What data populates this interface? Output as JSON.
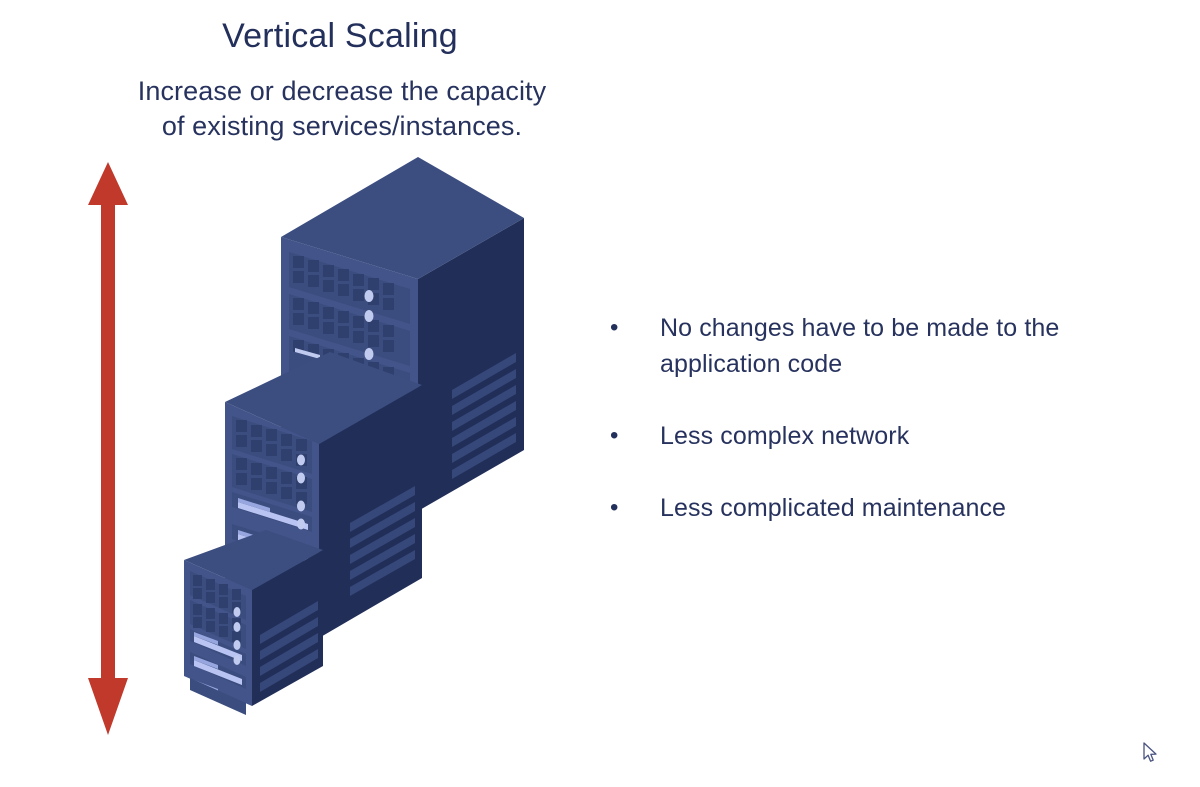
{
  "slide": {
    "background_color": "#ffffff",
    "title": "Vertical Scaling",
    "subtitle_line1": "Increase or decrease the capacity",
    "subtitle_line2": "of existing services/instances.",
    "text_color": "#27335e"
  },
  "bullets": {
    "marker": "•",
    "items": [
      {
        "text": "No changes have to be made to the application code"
      },
      {
        "text": "Less complex network"
      },
      {
        "text": "Less complicated maintenance"
      }
    ]
  },
  "illustration": {
    "name": "isometric-stacked-servers",
    "description": "Three stacked isometric server racks of increasing size",
    "colors": {
      "top_face": "#3c4e80",
      "front_face": "#465a8e",
      "side_face": "#212e58",
      "vent_dark": "#364878",
      "slot_light": "#b9c4f2",
      "led": "#c6d0f5",
      "grid_cell": "#334472"
    },
    "servers": [
      {
        "name": "large-server",
        "size": "large"
      },
      {
        "name": "medium-server",
        "size": "medium"
      },
      {
        "name": "small-server",
        "size": "small"
      }
    ]
  },
  "arrow": {
    "name": "vertical-double-arrow",
    "color": "#c0392b",
    "direction": "up-down"
  },
  "cursor": {
    "name": "mouse-pointer",
    "color": "#4a5480"
  }
}
